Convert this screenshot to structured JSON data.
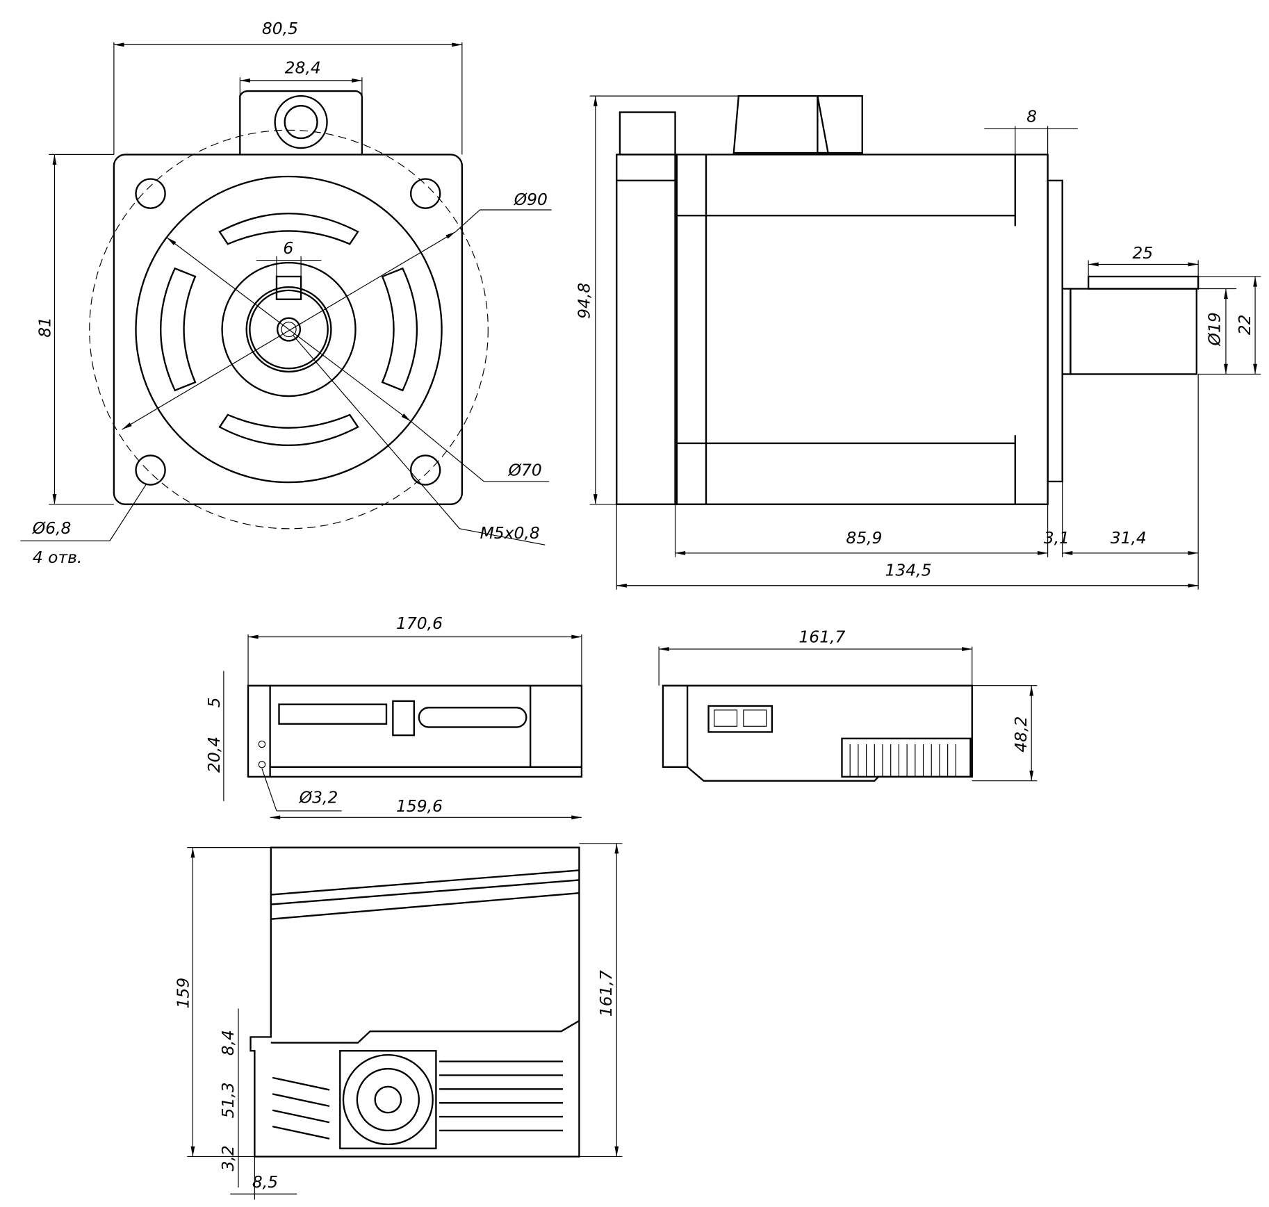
{
  "motor_front": {
    "width": "80,5",
    "boss": "28,4",
    "pcd": "Ø90",
    "key": "6",
    "height": "81",
    "pilot": "Ø70",
    "holes": "Ø6,8",
    "holes_count": "4 отв.",
    "thread": "M5x0,8"
  },
  "motor_side": {
    "height": "94,8",
    "flange": "8",
    "shaft_len": "25",
    "shaft_dia": "Ø19",
    "shaft_key": "22",
    "body": "85,9",
    "spigot": "3,1",
    "shaft_total": "31,4",
    "total": "134,5"
  },
  "driver_top": {
    "width": "170,6",
    "slot": "5",
    "hole_pitch": "20,4",
    "hole": "Ø3,2",
    "inner": "159,6"
  },
  "driver_side": {
    "width": "161,7",
    "height": "48,2"
  },
  "driver_front": {
    "height": "159",
    "height_total": "161,7",
    "step": "8,4",
    "fan": "51,3",
    "bottom": "3,2",
    "offset": "8,5"
  }
}
